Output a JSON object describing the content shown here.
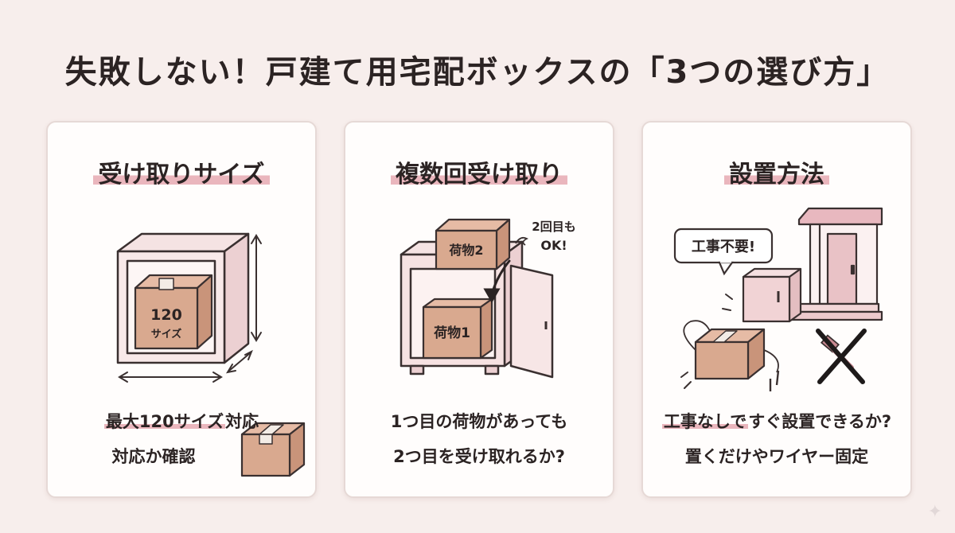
{
  "title": "失敗しない！戸建て用宅配ボックスの「3つの選び方」",
  "cards": [
    {
      "heading": "受け取りサイズ",
      "box_label_size": "120",
      "box_label_unit": "サイズ",
      "caption_line1_highlight": "最大120サイズ",
      "caption_line1_rest": "対応",
      "caption_line2": "対応か確認"
    },
    {
      "heading": "複数回受け取り",
      "package1": "荷物1",
      "package2": "荷物2",
      "note_line1": "2回目も",
      "note_line2": "OK!",
      "caption_line1": "1つ目の荷物があっても",
      "caption_line2": "2つ目を受け取れるか?"
    },
    {
      "heading": "設置方法",
      "bubble": "工事不要!",
      "caption_line1_highlight": "工事なしで",
      "caption_line1_rest": "すぐ設置できるか?",
      "caption_line2": "置くだけやワイヤー固定"
    }
  ],
  "colors": {
    "accent_pink": "#eab6bd",
    "box_brown": "#d9a98f",
    "background": "#f7eeec"
  },
  "icons": {
    "corner": "sparkle-icon"
  }
}
